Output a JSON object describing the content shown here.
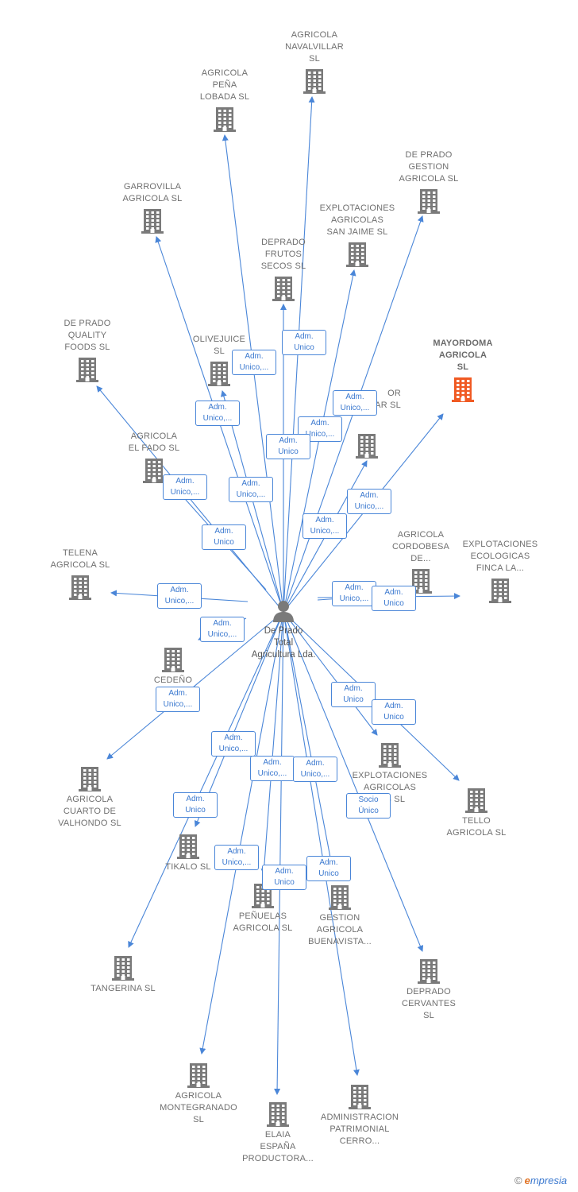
{
  "center": {
    "label": "De Prado\nTotal\nAgricultura Lda."
  },
  "colors": {
    "edge": "#4a86d8",
    "building": "#7a7a7a",
    "highlight": "#f05a23"
  },
  "nodes": [
    {
      "id": "navalvillar",
      "label": "AGRICOLA\nNAVALVILLAR\nSL"
    },
    {
      "id": "pena-lobada",
      "label": "AGRICOLA\nPEÑA\nLOBADA SL"
    },
    {
      "id": "deprado-gestion",
      "label": "DE PRADO\nGESTION\nAGRICOLA SL"
    },
    {
      "id": "garrovilla",
      "label": "GARROVILLA\nAGRICOLA SL"
    },
    {
      "id": "san-jaime",
      "label": "EXPLOTACIONES\nAGRICOLAS\nSAN JAIME SL"
    },
    {
      "id": "frutos-secos",
      "label": "DEPRADO\nFRUTOS\nSECOS SL"
    },
    {
      "id": "quality-foods",
      "label": "DE PRADO\nQUALITY\nFOODS SL"
    },
    {
      "id": "mayordoma",
      "label": "MAYORDOMA\nAGRICOLA\nSL",
      "highlight": true
    },
    {
      "id": "olivejuice",
      "label": "OLIVEJUICE\nSL"
    },
    {
      "id": "olivar",
      "label": "OR\nOLIVAR SL"
    },
    {
      "id": "el-fado",
      "label": "AGRICOLA\nEL FADO SL"
    },
    {
      "id": "telena",
      "label": "TELENA\nAGRICOLA SL"
    },
    {
      "id": "cordobesa",
      "label": "AGRICOLA\nCORDOBESA\nDE..."
    },
    {
      "id": "finca-la",
      "label": "EXPLOTACIONES\nECOLOGICAS\nFINCA LA..."
    },
    {
      "id": "cedeno",
      "label": "CEDEÑO\nTE..."
    },
    {
      "id": "cuarto-valhondo",
      "label": "AGRICOLA\nCUARTO DE\nVALHONDO SL"
    },
    {
      "id": "explot-tas",
      "label": "EXPLOTACIONES\nAGRICOLAS\nTAS SL"
    },
    {
      "id": "tello",
      "label": "TELLO\nAGRICOLA SL"
    },
    {
      "id": "tikalo",
      "label": "TIKALO SL"
    },
    {
      "id": "penuelas",
      "label": "PEÑUELAS\nAGRICOLA SL"
    },
    {
      "id": "buenavista",
      "label": "GESTION\nAGRICOLA\nBUENAVISTA..."
    },
    {
      "id": "tangerina",
      "label": "TANGERINA SL"
    },
    {
      "id": "cervantes",
      "label": "DEPRADO\nCERVANTES\nSL"
    },
    {
      "id": "montegranado",
      "label": "AGRICOLA\nMONTEGRANADO\nSL"
    },
    {
      "id": "elaia",
      "label": "ELAIA\nESPAÑA\nPRODUCTORA..."
    },
    {
      "id": "admin-cerro",
      "label": "ADMINISTRACION\nPATRIMONIAL\nCERRO..."
    }
  ],
  "edges": [
    {
      "to": "navalvillar",
      "label": "Adm.\nUnico"
    },
    {
      "to": "pena-lobada",
      "label": "Adm.\nUnico,..."
    },
    {
      "to": "deprado-gestion",
      "label": "Adm.\nUnico,..."
    },
    {
      "to": "garrovilla",
      "label": "Adm.\nUnico,..."
    },
    {
      "to": "san-jaime",
      "label": "Adm.\nUnico,..."
    },
    {
      "to": "frutos-secos",
      "label": "Adm.\nUnico"
    },
    {
      "to": "quality-foods",
      "label": "Adm.\nUnico,..."
    },
    {
      "to": "mayordoma",
      "label": "Adm.\nUnico,..."
    },
    {
      "to": "olivejuice",
      "label": "Adm.\nUnico,..."
    },
    {
      "to": "olivar",
      "label": "Adm.\nUnico,..."
    },
    {
      "to": "el-fado",
      "label": "Adm.\nUnico"
    },
    {
      "to": "telena",
      "label": "Adm.\nUnico,..."
    },
    {
      "to": "cordobesa",
      "label": "Adm.\nUnico,..."
    },
    {
      "to": "finca-la",
      "label": "Adm.\nUnico"
    },
    {
      "to": "cedeno",
      "label": "Adm.\nUnico,..."
    },
    {
      "to": "cuarto-valhondo",
      "label": "Adm.\nUnico,..."
    },
    {
      "to": "explot-tas",
      "label": "Adm.\nUnico"
    },
    {
      "to": "tello",
      "label": "Adm.\nUnico"
    },
    {
      "to": "tikalo",
      "label": "Adm.\nUnico,..."
    },
    {
      "to": "penuelas",
      "label": "Adm.\nUnico,..."
    },
    {
      "to": "buenavista",
      "label": "Adm.\nUnico,..."
    },
    {
      "to": "tangerina",
      "label": "Adm.\nUnico"
    },
    {
      "to": "cervantes",
      "label": "Socio\nÚnico"
    },
    {
      "to": "montegranado",
      "label": "Adm.\nUnico,..."
    },
    {
      "to": "elaia",
      "label": "Adm.\nUnico"
    },
    {
      "to": "admin-cerro",
      "label": "Adm.\nUnico"
    }
  ],
  "footer": {
    "copyright": "©",
    "brand_initial": "e",
    "brand_rest": "mpresia"
  }
}
